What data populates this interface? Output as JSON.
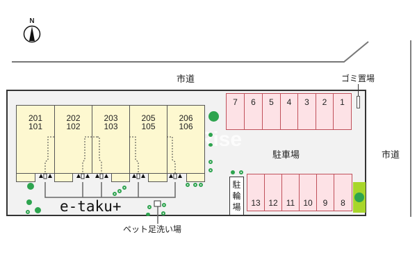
{
  "compass": {
    "label": "N",
    "icon": "north-arrow-icon"
  },
  "roads": {
    "north_label": "市道",
    "east_label": "市道"
  },
  "labels": {
    "garbage": "ゴミ置場",
    "parking": "駐車場",
    "bicycle_parking": "駐\n輪\n場",
    "bicycle_parking_chars": [
      "駐",
      "輪",
      "場"
    ],
    "pet_wash": "ペット足洗い場",
    "brand": "e-taku+",
    "watermark": "RentRise"
  },
  "building": {
    "units": [
      {
        "upper": "201",
        "lower": "101"
      },
      {
        "upper": "202",
        "lower": "102"
      },
      {
        "upper": "203",
        "lower": "103"
      },
      {
        "upper": "205",
        "lower": "105"
      },
      {
        "upper": "206",
        "lower": "106"
      }
    ]
  },
  "parking": {
    "top_row": [
      "7",
      "6",
      "5",
      "4",
      "3",
      "2",
      "1"
    ],
    "bottom_row": [
      "13",
      "12",
      "11",
      "10",
      "9",
      "8"
    ]
  },
  "colors": {
    "building_fill": "#fdf8d0",
    "stall_fill": "#fde2e6",
    "stall_border": "#c0505a",
    "tree": "#2ea44f",
    "green_strip": "#a8d62a",
    "site_fill": "#f2f2f2"
  }
}
